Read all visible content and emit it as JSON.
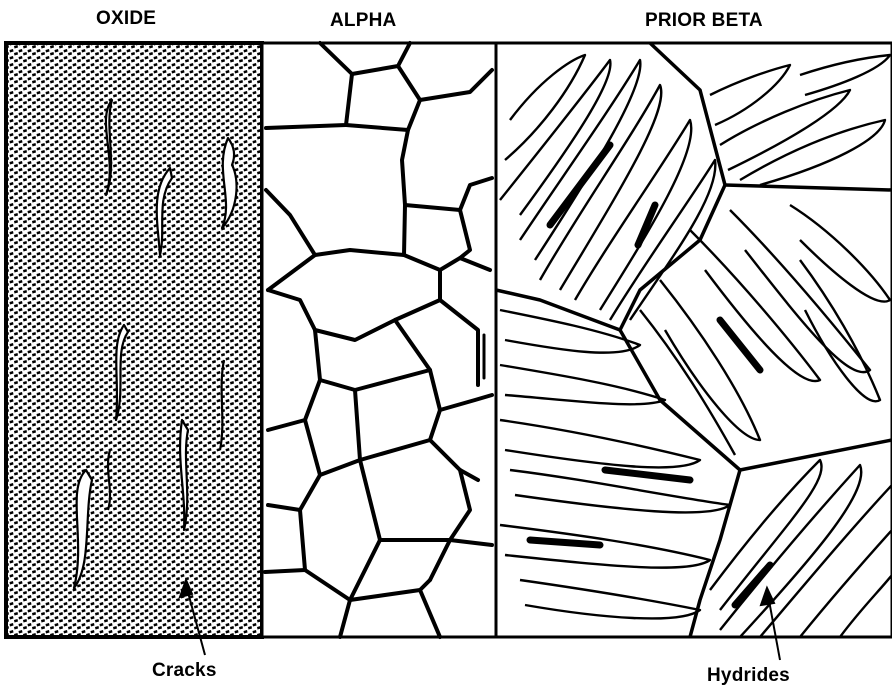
{
  "diagram": {
    "regions": [
      {
        "label": "OXIDE"
      },
      {
        "label": "ALPHA"
      },
      {
        "label": "PRIOR BETA"
      }
    ],
    "callouts": [
      {
        "label": "Cracks"
      },
      {
        "label": "Hydrides"
      }
    ],
    "colors": {
      "ink": "#000000",
      "background": "#ffffff"
    }
  }
}
